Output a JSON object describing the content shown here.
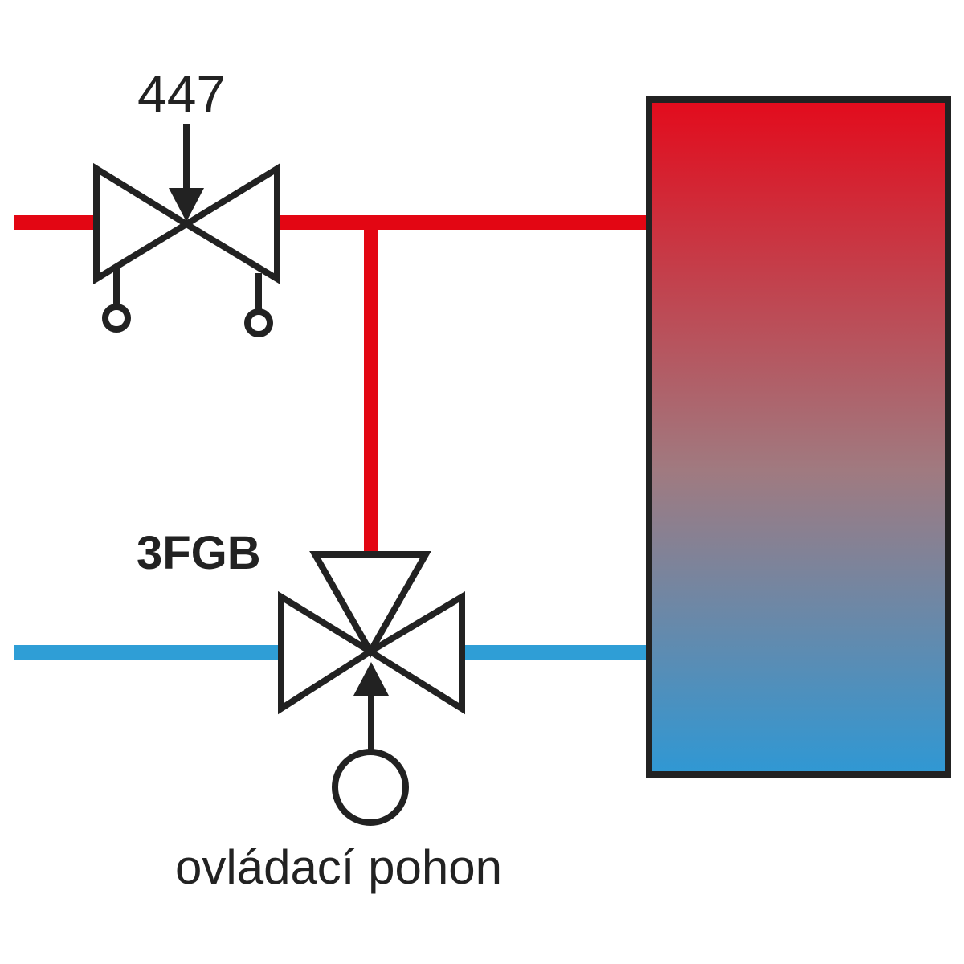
{
  "labels": {
    "valve_top": "447",
    "valve_bottom": "3FGB",
    "actuator": "ovládací pohon"
  },
  "colors": {
    "hot_pipe": "#e30613",
    "cold_pipe": "#2f9ed6",
    "outline": "#222222",
    "tank_top": "#e30b1c",
    "tank_mid": "#a07a80",
    "tank_bottom": "#2f98d4"
  },
  "components": {
    "valve_top": "two-way valve",
    "valve_bottom": "three-way mixing valve",
    "actuator": "actuator circle",
    "tank": "storage tank"
  }
}
